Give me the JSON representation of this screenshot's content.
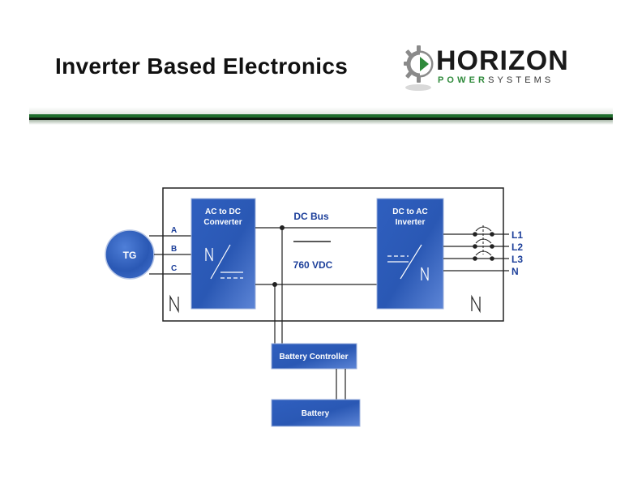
{
  "slide": {
    "title": "Inverter Based Electronics"
  },
  "logo": {
    "name": "HORIZON",
    "sub_power": "POWER",
    "sub_systems": "SYSTEMS",
    "accent_color": "#2f8a3b"
  },
  "diagram": {
    "generator": "TG",
    "phases": {
      "a": "A",
      "b": "B",
      "c": "C"
    },
    "rectifier": {
      "line1": "AC to DC",
      "line2": "Converter"
    },
    "dc_bus": {
      "label": "DC Bus",
      "voltage": "760 VDC"
    },
    "inverter": {
      "line1": "DC to AC",
      "line2": "Inverter"
    },
    "outputs": {
      "l1": "L1",
      "l2": "L2",
      "l3": "L3",
      "n": "N"
    },
    "battery_controller": "Battery Controller",
    "battery": "Battery",
    "block_color": "#2a58b4"
  }
}
